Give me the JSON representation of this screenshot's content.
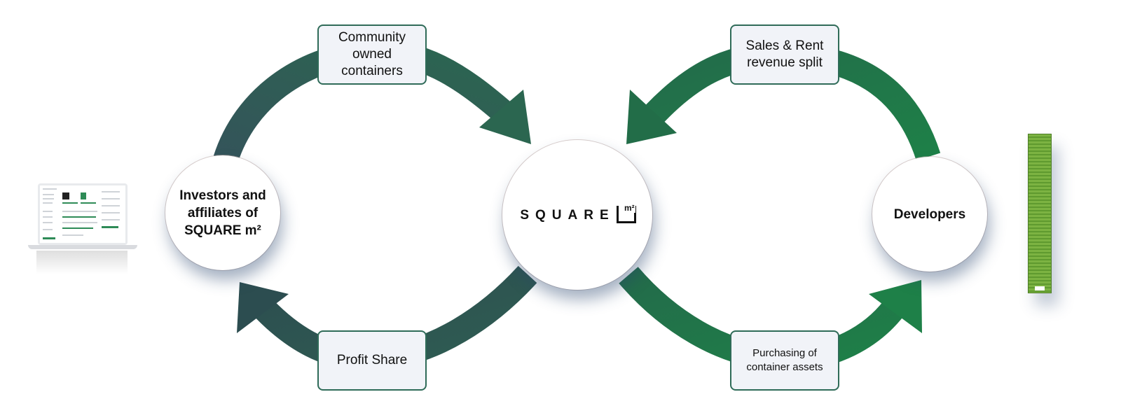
{
  "nodes": {
    "investors": "Investors and\naffiliates of\nSQUARE m²",
    "center": {
      "wordmark": "SQUARE",
      "mark": "m²"
    },
    "developers": "Developers"
  },
  "labels": {
    "community": "Community\nowned\ncontainers",
    "sales_rent": "Sales & Rent\nrevenue split",
    "profit_share": "Profit Share",
    "purchasing": "Purchasing of\ncontainer assets"
  },
  "colors": {
    "left_loop": "#2e5a56",
    "right_loop": "#1f7a4a",
    "label_border": "#2f6b58",
    "label_fill": "#f1f3f8",
    "container_green": "#7cb342"
  },
  "icons": [
    "laptop-illustration",
    "shipping-container-illustration",
    "square-m2-logo"
  ]
}
